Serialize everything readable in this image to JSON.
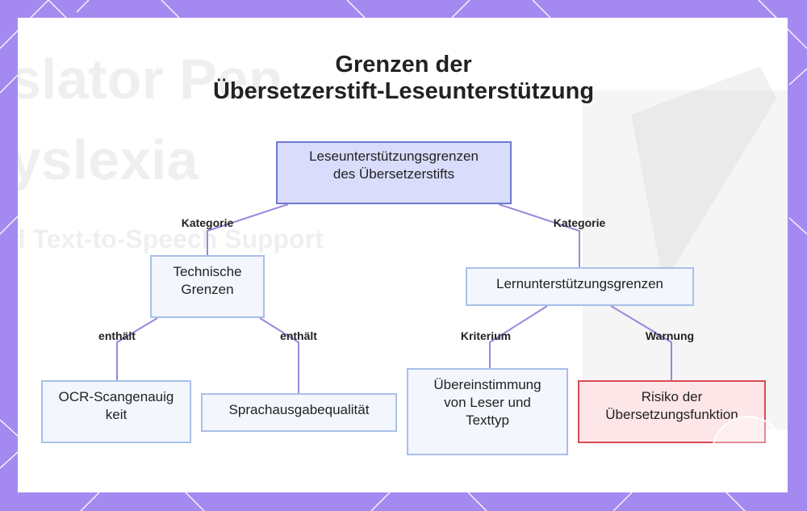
{
  "title_line1": "Grenzen der",
  "title_line2": "Übersetzerstift-Leseunterstützung",
  "nodes": {
    "root": "Leseunterstützungsgrenzen des Übersetzerstifts",
    "technical": "Technische Grenzen",
    "learning": "Lernunterstützungsgrenzen",
    "ocr": "OCR-Scangenauigkeit",
    "speech": "Sprachausgabequalität",
    "reader_match": "Übereinstimmung von Leser und Texttyp",
    "translation_risk": "Risiko der Übersetzungsfunktion"
  },
  "edge_labels": {
    "root_technical": "Kategorie",
    "root_learning": "Kategorie",
    "technical_ocr": "enthält",
    "technical_speech": "enthält",
    "learning_match": "Kriterium",
    "learning_risk": "Warnung"
  },
  "colors": {
    "background": "#a48af0",
    "edge": "#9b86dc",
    "root_fill": "#d9dcfb",
    "root_border": "#6f79cf",
    "node_fill": "#f3f6fd",
    "node_border": "#a9bfe9",
    "warning_fill": "#fde6e8",
    "warning_border": "#d94a57"
  }
}
